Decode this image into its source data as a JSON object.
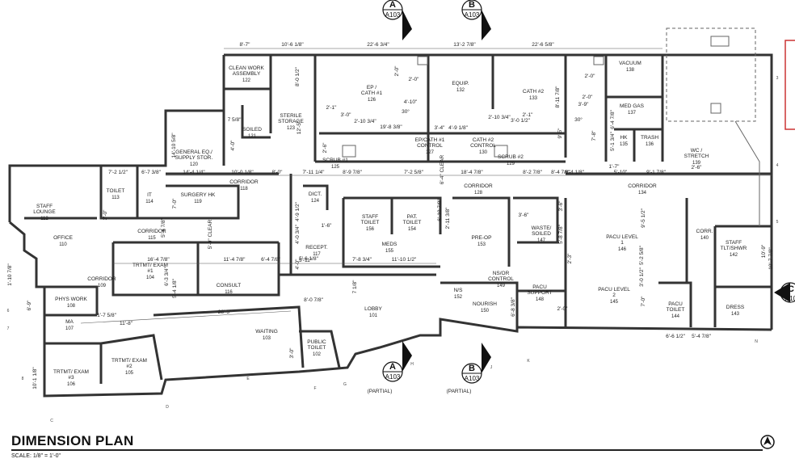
{
  "title": "DIMENSION PLAN",
  "scale": "SCALE: 1/8\" = 1'-0\"",
  "section_markers": [
    {
      "letter": "A",
      "sheet": "A103",
      "note": ""
    },
    {
      "letter": "B",
      "sheet": "A103",
      "note": ""
    },
    {
      "letter": "A",
      "sheet": "A103",
      "note": "(PARTIAL)"
    },
    {
      "letter": "B",
      "sheet": "A103",
      "note": "(PARTIAL)"
    },
    {
      "letter": "C",
      "sheet": "A10",
      "note": ""
    }
  ],
  "rooms": [
    {
      "name": "CLEAN WORK ASSEMBLY",
      "number": "122"
    },
    {
      "name": "EP / CATH #1",
      "number": "126"
    },
    {
      "name": "EQUIP.",
      "number": "132"
    },
    {
      "name": "CATH #2",
      "number": "133"
    },
    {
      "name": "VACUUM",
      "number": "138"
    },
    {
      "name": "STERILE STORAGE",
      "number": "123"
    },
    {
      "name": "SOILED",
      "number": "121"
    },
    {
      "name": "MED GAS",
      "number": "137"
    },
    {
      "name": "GENERAL EQ./ SUPPLY STOR.",
      "number": "120"
    },
    {
      "name": "EP/CATH #1 CONTROL",
      "number": "127"
    },
    {
      "name": "CATH #2 CONTROL",
      "number": "130"
    },
    {
      "name": "HK",
      "number": "135"
    },
    {
      "name": "TRASH",
      "number": "136"
    },
    {
      "name": "SCRUB #1",
      "number": "125"
    },
    {
      "name": "SCRUB #2",
      "number": "129"
    },
    {
      "name": "WC / STRETCH",
      "number": "139"
    },
    {
      "name": "TOILET",
      "number": "113"
    },
    {
      "name": "IT",
      "number": "114"
    },
    {
      "name": "CORRIDOR",
      "number": "118"
    },
    {
      "name": "CORRIDOR",
      "number": "128"
    },
    {
      "name": "CORRIDOR",
      "number": "134"
    },
    {
      "name": "STAFF LOUNGE",
      "number": "112"
    },
    {
      "name": "SURGERY HK",
      "number": "119"
    },
    {
      "name": "DICT.",
      "number": "124"
    },
    {
      "name": "STAFF TOILET",
      "number": "156"
    },
    {
      "name": "PAT. TOILET",
      "number": "154"
    },
    {
      "name": "WASTE/ SOILED",
      "number": "147"
    },
    {
      "name": "CORR.",
      "number": "140"
    },
    {
      "name": "OFFICE",
      "number": "110"
    },
    {
      "name": "CORRIDOR",
      "number": "115"
    },
    {
      "name": "PRE-OP",
      "number": "153"
    },
    {
      "name": "PACU LEVEL 1",
      "number": "146"
    },
    {
      "name": "STAFF TLT/SHWR",
      "number": "142"
    },
    {
      "name": "RECEPT.",
      "number": "117"
    },
    {
      "name": "MEDS",
      "number": "155"
    },
    {
      "name": "TRTMT/ EXAM #1",
      "number": "104"
    },
    {
      "name": "CONSULT",
      "number": "116"
    },
    {
      "name": "CORRIDOR",
      "number": "109"
    },
    {
      "name": "NS/OR CONTROL",
      "number": "149"
    },
    {
      "name": "PACU SUPPORT",
      "number": "148"
    },
    {
      "name": "PACU LEVEL 2",
      "number": "145"
    },
    {
      "name": "PHYS WORK",
      "number": "108"
    },
    {
      "name": "N/S",
      "number": "152"
    },
    {
      "name": "NOURISH",
      "number": "150"
    },
    {
      "name": "LOBBY",
      "number": "101"
    },
    {
      "name": "PACU TOILET",
      "number": "144"
    },
    {
      "name": "DRESS",
      "number": "143"
    },
    {
      "name": "MA",
      "number": "107"
    },
    {
      "name": "WAITING",
      "number": "103"
    },
    {
      "name": "PUBLIC TOILET",
      "number": "102"
    },
    {
      "name": "TRTMT/ EXAM #2",
      "number": "105"
    },
    {
      "name": "TRTMT/ EXAM #3",
      "number": "106"
    }
  ],
  "dimensions": [
    "8'-7\"",
    "10'-6 1/8\"",
    "22'-6 3/4\"",
    "13'-2 7/8\"",
    "22'-6 5/8\"",
    "8'-0 1/2\"",
    "2'-0\"",
    "2'-0\"",
    "4'-10\"",
    "30°",
    "2'-1\"",
    "3'-0\"",
    "2'-10 3/4\"",
    "19'-8 3/8\"",
    "8'-11 7/8\"",
    "2'-0\"",
    "2'-0\"",
    "3'-9\"",
    "30°",
    "2'-1\"",
    "2'-10 3/4\"",
    "3'-0 1/2\"",
    "3'-4\"",
    "4'-9 1/8\"",
    "9'-5\"",
    "7'-8\"",
    "6'-4 7/8\"",
    "5'-1 3/4\"",
    "7 5/8\"",
    "12'-5\"",
    "4'-0\"",
    "14'-10 5/8\"",
    "2'-6\"",
    "7'-2 1/2\"",
    "6'-7 3/8\"",
    "14'-4 1/4\"",
    "10'-0 1/8\"",
    "8'-0\"",
    "7'-11 1/4\"",
    "8'-9 7/8\"",
    "7'-2 5/8\"",
    "6'-4\" CLEAR",
    "18'-4 7/8\"",
    "8'-2 7/8\"",
    "8'-4 7/8\"",
    "8'-4 1/8\"",
    "1'-7\"",
    "5'-10\"",
    "9'-1 7/8\"",
    "2'-6\"",
    "3'-0\"",
    "7'-0\"",
    "4'-9 1/2\"",
    "6'-10 7/8\"",
    "2'-11 3/8\"",
    "1'-6\"",
    "3'-6\"",
    "3'-6\"",
    "5'-8 7/8\"",
    "9'-5 1/2\"",
    "5'-4 7/8\"",
    "5'-0\" CLEAR",
    "4'-0 3/4\"",
    "16'-4 7/8\"",
    "11'-4 7/8\"",
    "6'-4 7/8\"",
    "5'-6 1/8\"",
    "5'-11\"",
    "7'-8 3/4\"",
    "11'-10 1/2\"",
    "6'-3 3/4\"",
    "5'-4 1/8\"",
    "4'-0\"",
    "7 1/8\"",
    "2'-3\"",
    "3'-0 1/2\"",
    "5'-2 5/8\"",
    "10'-9\"",
    "10'-7 7/8\"",
    "1'-10 7/8\"",
    "6'-9\"",
    "1'-7 5/8\"",
    "11'-8\"",
    "28'-5\"",
    "8'-0 7/8\"",
    "3'-0\"",
    "6'-8 3/8\"",
    "2'-0\"",
    "7'-0\"",
    "6'-6 1/2\"",
    "5'-4 7/8\"",
    "10'-1 1/8\""
  ],
  "grid_labels": [
    "3",
    "4",
    "5",
    "6",
    "7",
    "8",
    "C",
    "D",
    "E",
    "F",
    "G",
    "H",
    "J",
    "K",
    "N"
  ]
}
